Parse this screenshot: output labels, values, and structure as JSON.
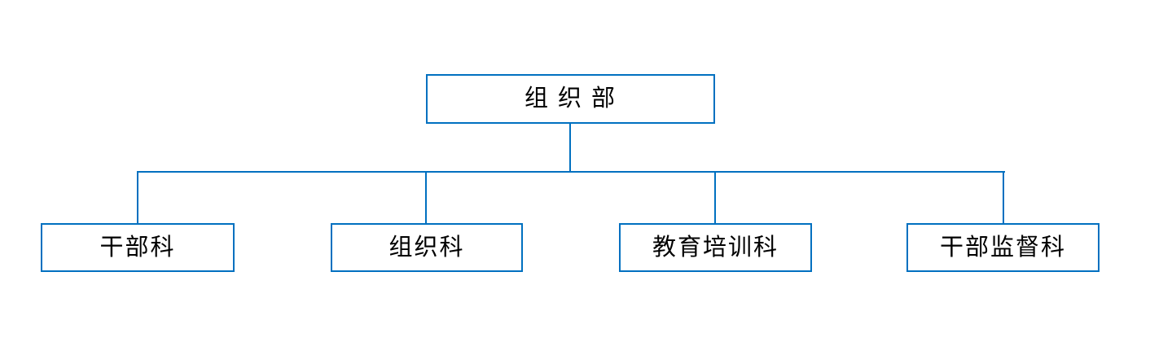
{
  "diagram": {
    "type": "org-chart",
    "line_color": "#0070C0",
    "text_color": "#000000",
    "root": {
      "label": "组 织 部"
    },
    "children": [
      {
        "label": "干部科"
      },
      {
        "label": "组织科"
      },
      {
        "label": "教育培训科"
      },
      {
        "label": "干部监督科"
      }
    ]
  }
}
